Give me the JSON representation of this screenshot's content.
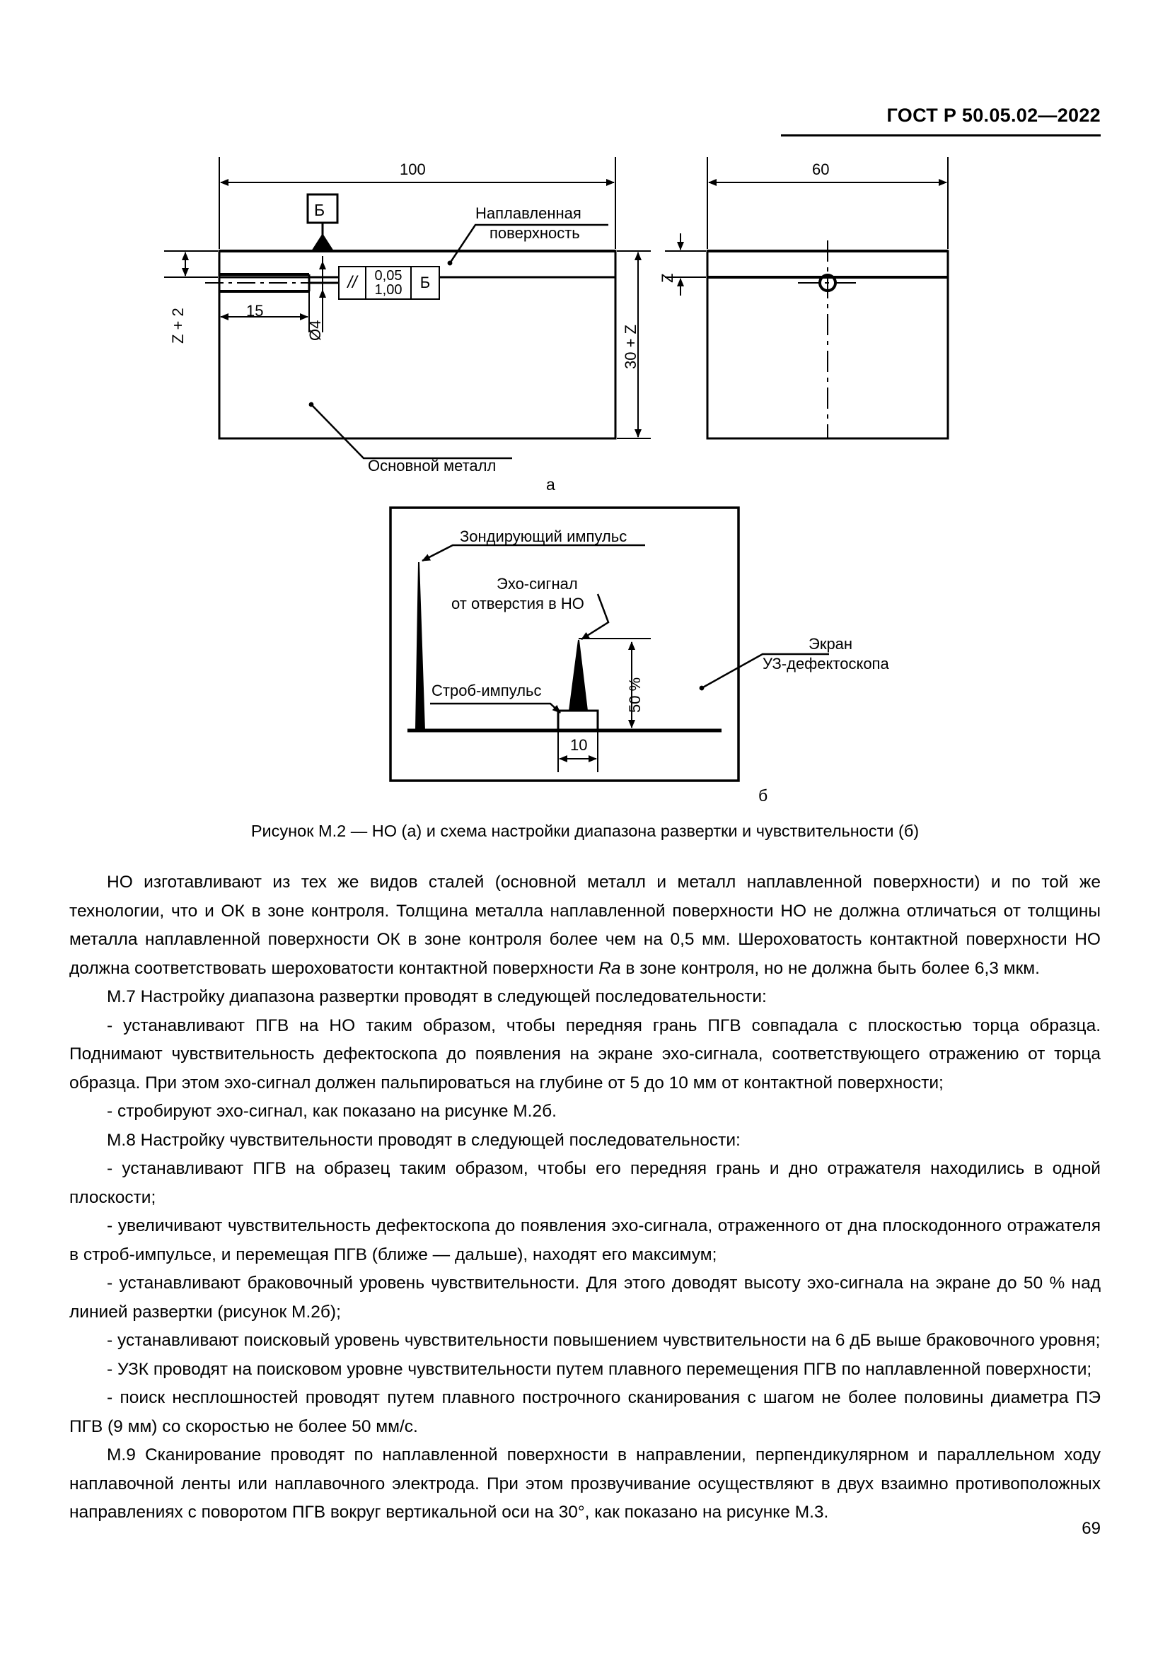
{
  "header": {
    "doc_number": "ГОСТ Р 50.05.02—2022"
  },
  "figure_a": {
    "sublabel": "а",
    "dim_width": "100",
    "dim_left_height": "Z + 2",
    "dim_right_height": "30 + Z",
    "dim_hole_offset": "15",
    "dim_hole_diameter": "Ø4",
    "datum_label": "Б",
    "tolerance_symbol": "//",
    "tolerance_value_top": "0,05",
    "tolerance_value_bottom": "1,00",
    "tolerance_datum": "Б",
    "callout_surface": "Наплавленная",
    "callout_surface_2": "поверхность",
    "callout_base": "Основной металл",
    "side_view_width": "60",
    "side_view_height": "Z"
  },
  "figure_b": {
    "sublabel": "б",
    "label_probe_pulse": "Зондирующий импульс",
    "label_echo_1": "Эхо-сигнал",
    "label_echo_2": "от отверстия в НО",
    "label_gate_pulse": "Строб-импульс",
    "label_screen_1": "Экран",
    "label_screen_2": "УЗ-дефектоскопа",
    "dim_height_percent": "50 %",
    "dim_gate_width": "10"
  },
  "caption": "Рисунок М.2 — НО (а) и схема настройки диапазона развертки и чувствительности (б)",
  "body": {
    "p1_a": "НО изготавливают из тех же видов сталей (основной металл и металл наплавленной поверхности) и по той же технологии, что и ОК в зоне контроля. Толщина металла наплавленной поверхности НО не должна отличаться от толщины металла наплавленной поверхности ОК в зоне контроля более чем на 0,5 мм. Шероховатость контактной поверхности НО должна соответствовать шероховатости контактной поверхности ",
    "p1_italic": "Ra",
    "p1_b": " в зоне контроля, но не должна быть более 6,3 мкм.",
    "p2": "М.7  Настройку диапазона развертки проводят в следующей последовательности:",
    "p3": "- устанавливают ПГВ на НО таким образом, чтобы передняя грань ПГВ совпадала с плоскостью торца образца. Поднимают чувствительность дефектоскопа до появления на экране эхо-сигнала, соответствующего отражению от торца образца. При этом эхо-сигнал должен пальпироваться на глубине от 5 до 10 мм от контактной поверхности;",
    "p4": "- стробируют эхо-сигнал, как показано на рисунке М.2б.",
    "p5": "М.8  Настройку чувствительности проводят в следующей последовательности:",
    "p6": "- устанавливают ПГВ на образец таким образом, чтобы его передняя грань и дно отражателя находились в одной плоскости;",
    "p7": "- увеличивают чувствительность дефектоскопа до появления эхо-сигнала, отраженного от дна плоскодонного отражателя в строб-импульсе, и перемещая ПГВ (ближе — дальше), находят его максимум;",
    "p8": "- устанавливают браковочный уровень чувствительности. Для этого доводят высоту эхо-сигнала на экране до 50 % над линией развертки (рисунок М.2б);",
    "p9": "- устанавливают поисковый уровень чувствительности повышением чувствительности на 6 дБ выше браковочного уровня;",
    "p10": "- УЗК проводят на поисковом уровне чувствительности путем плавного перемещения ПГВ по наплавленной поверхности;",
    "p11": "- поиск несплошностей проводят путем плавного построчного сканирования с шагом не более половины диаметра ПЭ ПГВ (9 мм) со скоростью не более 50 мм/с.",
    "p12": "М.9  Сканирование проводят по наплавленной поверхности в направлении, перпендикулярном и параллельном ходу наплавочной ленты или наплавочного электрода. При этом прозвучивание осуществляют в двух взаимно противоположных направлениях с поворотом ПГВ вокруг вертикальной оси на 30°, как показано на рисунке М.3."
  },
  "page_number": "69"
}
